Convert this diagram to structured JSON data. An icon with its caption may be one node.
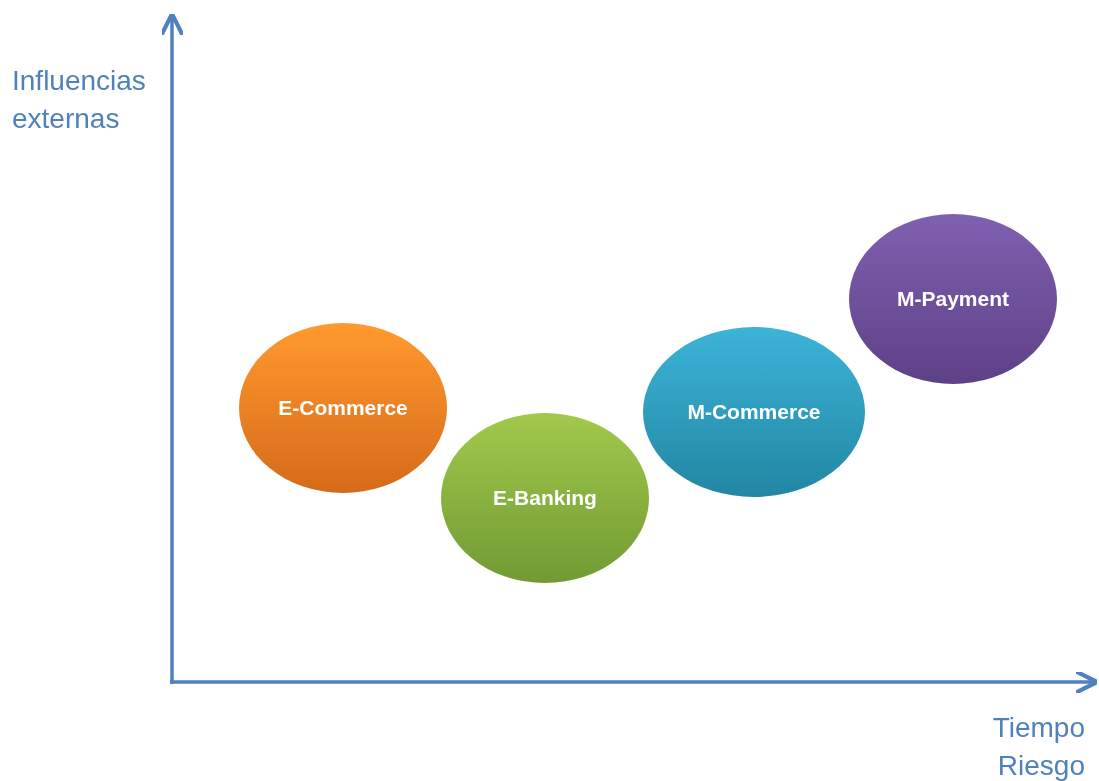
{
  "diagram": {
    "nodes": [
      {
        "text": [
          "E-Commerce"
        ]
      },
      {
        "text": [
          "E-Banking"
        ]
      },
      {
        "text": [
          "M-Commerce"
        ]
      },
      {
        "text": [
          "M-Payment"
        ]
      }
    ],
    "labels": [
      "Influencias externas",
      "Tiempo Riesgo"
    ]
  }
}
